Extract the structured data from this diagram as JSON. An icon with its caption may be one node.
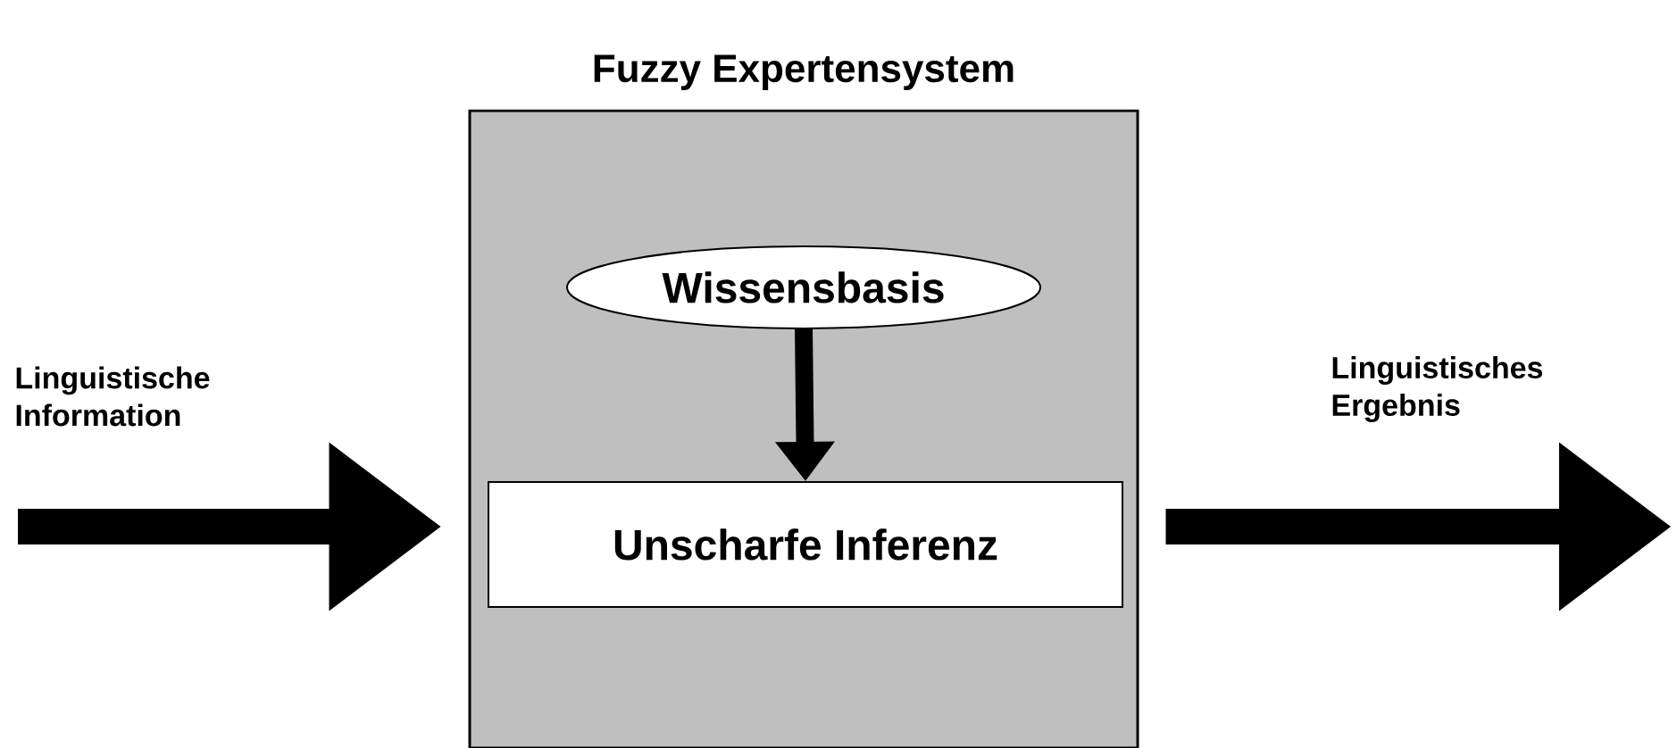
{
  "diagram": {
    "nodes": [
      {
        "text": [
          "Fuzzy Expertensystem"
        ]
      },
      {
        "text": [
          "Wissensbasis"
        ],
        "in": 0
      },
      {
        "text": [
          "Unscharfe Inferenz"
        ],
        "in": 0
      }
    ],
    "edges": [
      {
        "from": null,
        "to": 0,
        "arrow": "to",
        "label": "Linguistische Information"
      },
      {
        "from": 1,
        "to": 2,
        "arrow": "to"
      },
      {
        "from": 0,
        "to": null,
        "arrow": "to",
        "label": "Linguistisches Ergebnis"
      }
    ]
  }
}
